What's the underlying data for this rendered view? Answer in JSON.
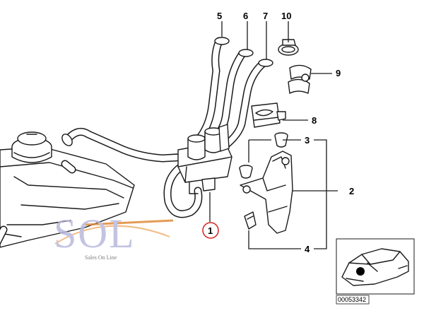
{
  "callouts": {
    "c1": "1",
    "c2": "2",
    "c3": "3",
    "c4": "4",
    "c5": "5",
    "c6": "6",
    "c7": "7",
    "c8": "8",
    "c9": "9",
    "c10": "10"
  },
  "watermark": {
    "logo": "SOL",
    "tagline": "Sales On Line"
  },
  "inset": {
    "part_number": "00053342"
  },
  "colors": {
    "line": "#1a1a1a",
    "highlight_circle": "#d42020",
    "watermark": "#b9b9dc"
  }
}
